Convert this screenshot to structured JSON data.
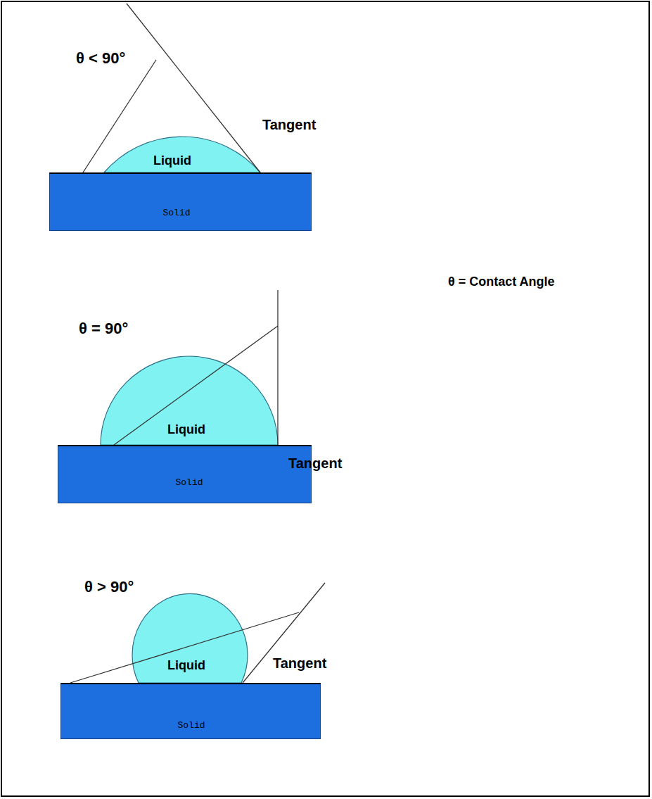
{
  "diagram": {
    "nodes": [
      {
        "text": [
          "Liquid"
        ]
      },
      {
        "text": [
          "Solid"
        ]
      },
      {
        "text": [
          "Liquid"
        ]
      },
      {
        "text": [
          "Solid"
        ]
      },
      {
        "text": [
          "Liquid"
        ]
      },
      {
        "text": [
          "Solid"
        ]
      }
    ],
    "labels": [
      "θ < 90°",
      "Tangent",
      "θ = 90°",
      "Tangent",
      "θ = Contact Angle",
      "θ > 90°",
      "Tangent"
    ]
  }
}
